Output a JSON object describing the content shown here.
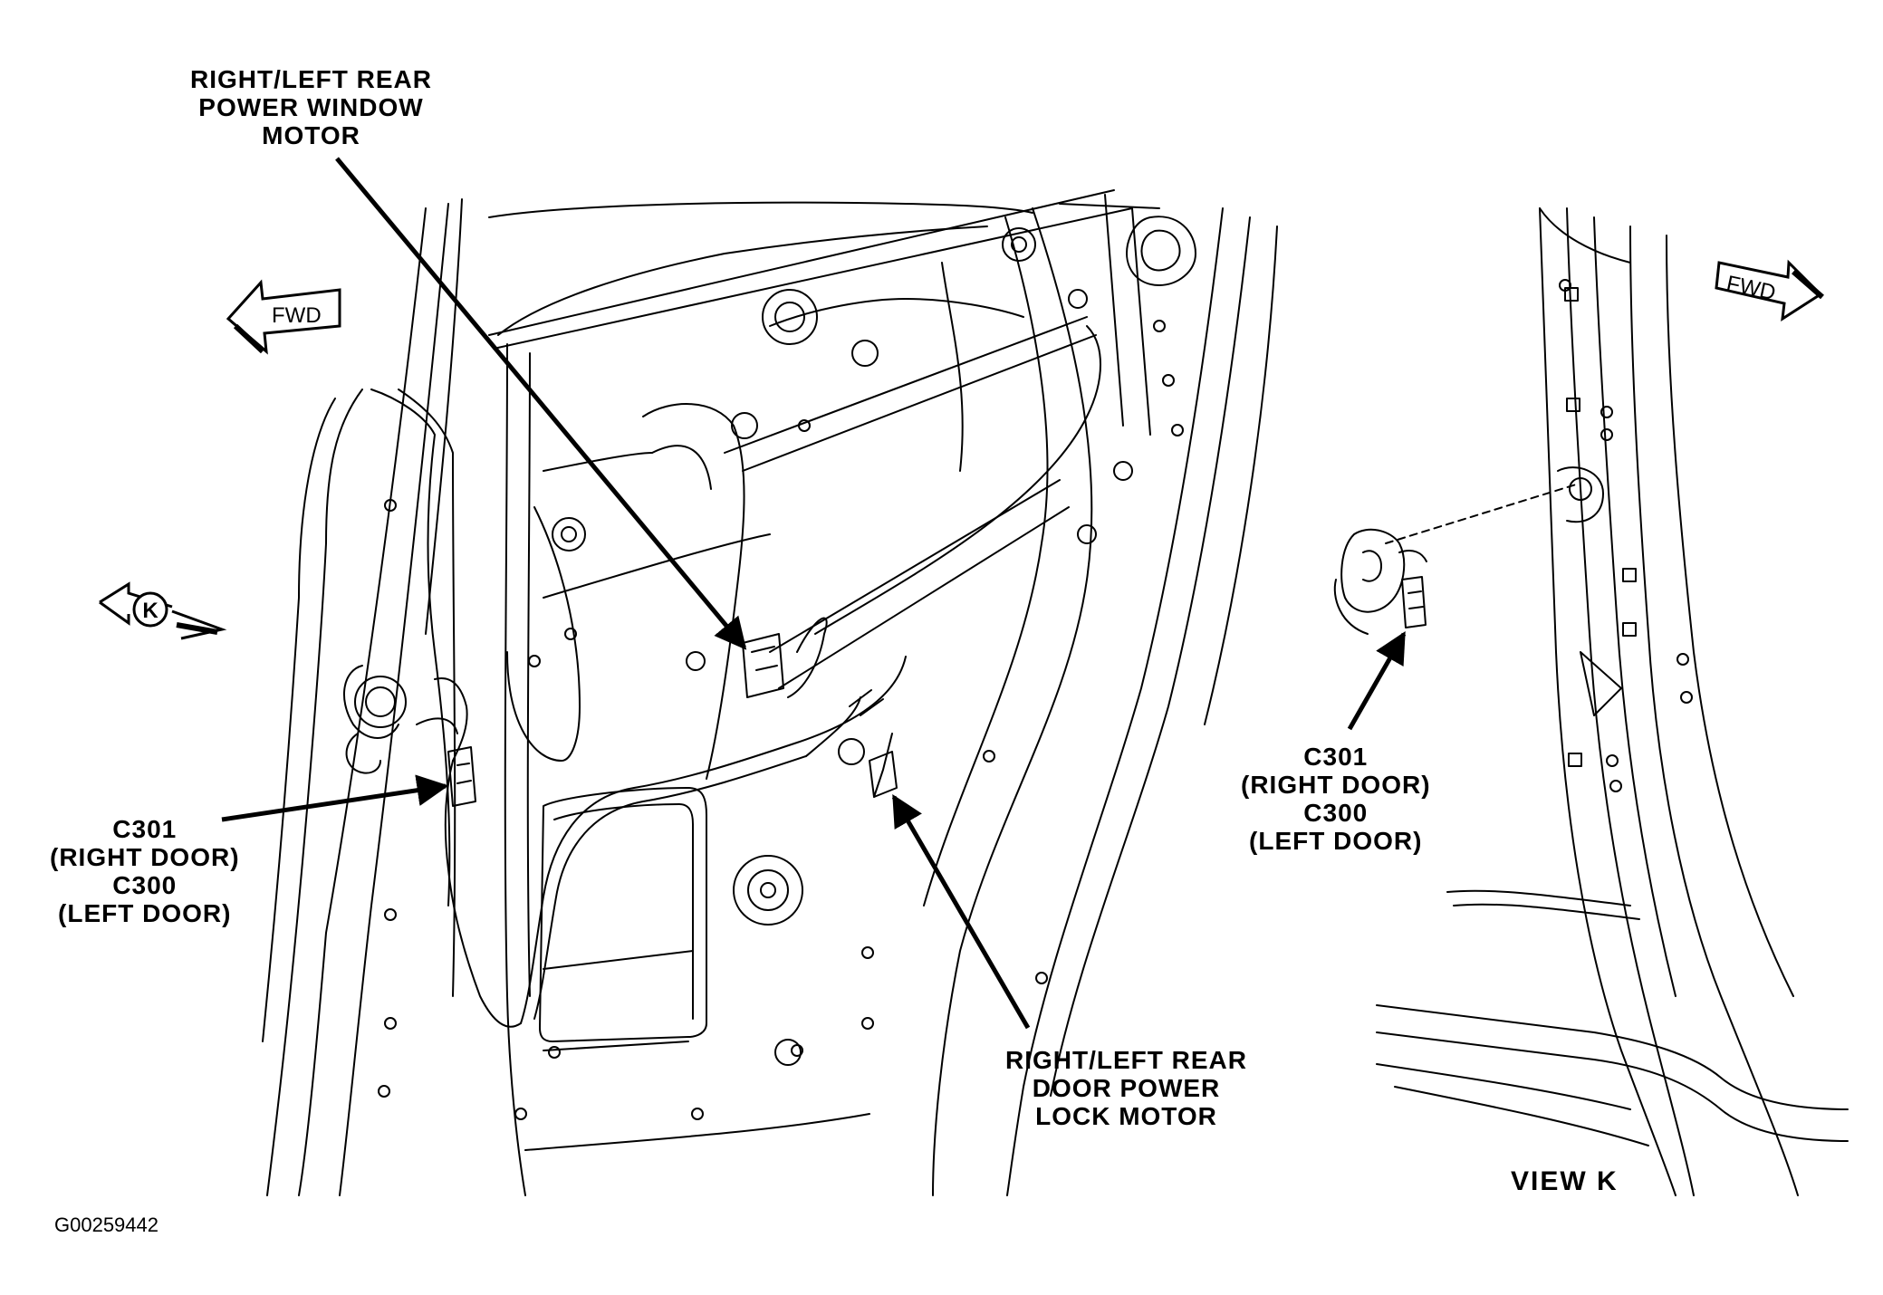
{
  "labels": {
    "window_motor": [
      "RIGHT/LEFT  REAR",
      "POWER  WINDOW",
      "MOTOR"
    ],
    "connector_left": [
      "C301",
      "(RIGHT  DOOR)",
      "C300",
      "(LEFT  DOOR)"
    ],
    "connector_right": [
      "C301",
      "(RIGHT  DOOR)",
      "C300",
      "(LEFT  DOOR)"
    ],
    "lock_motor": [
      "RIGHT/LEFT  REAR",
      "DOOR  POWER",
      "LOCK  MOTOR"
    ],
    "view": "VIEW  K",
    "view_marker": "K",
    "fwd_left": "FWD",
    "fwd_right": "FWD",
    "figure_id": "G00259442"
  },
  "colors": {
    "line": "#000000",
    "background": "#ffffff"
  }
}
